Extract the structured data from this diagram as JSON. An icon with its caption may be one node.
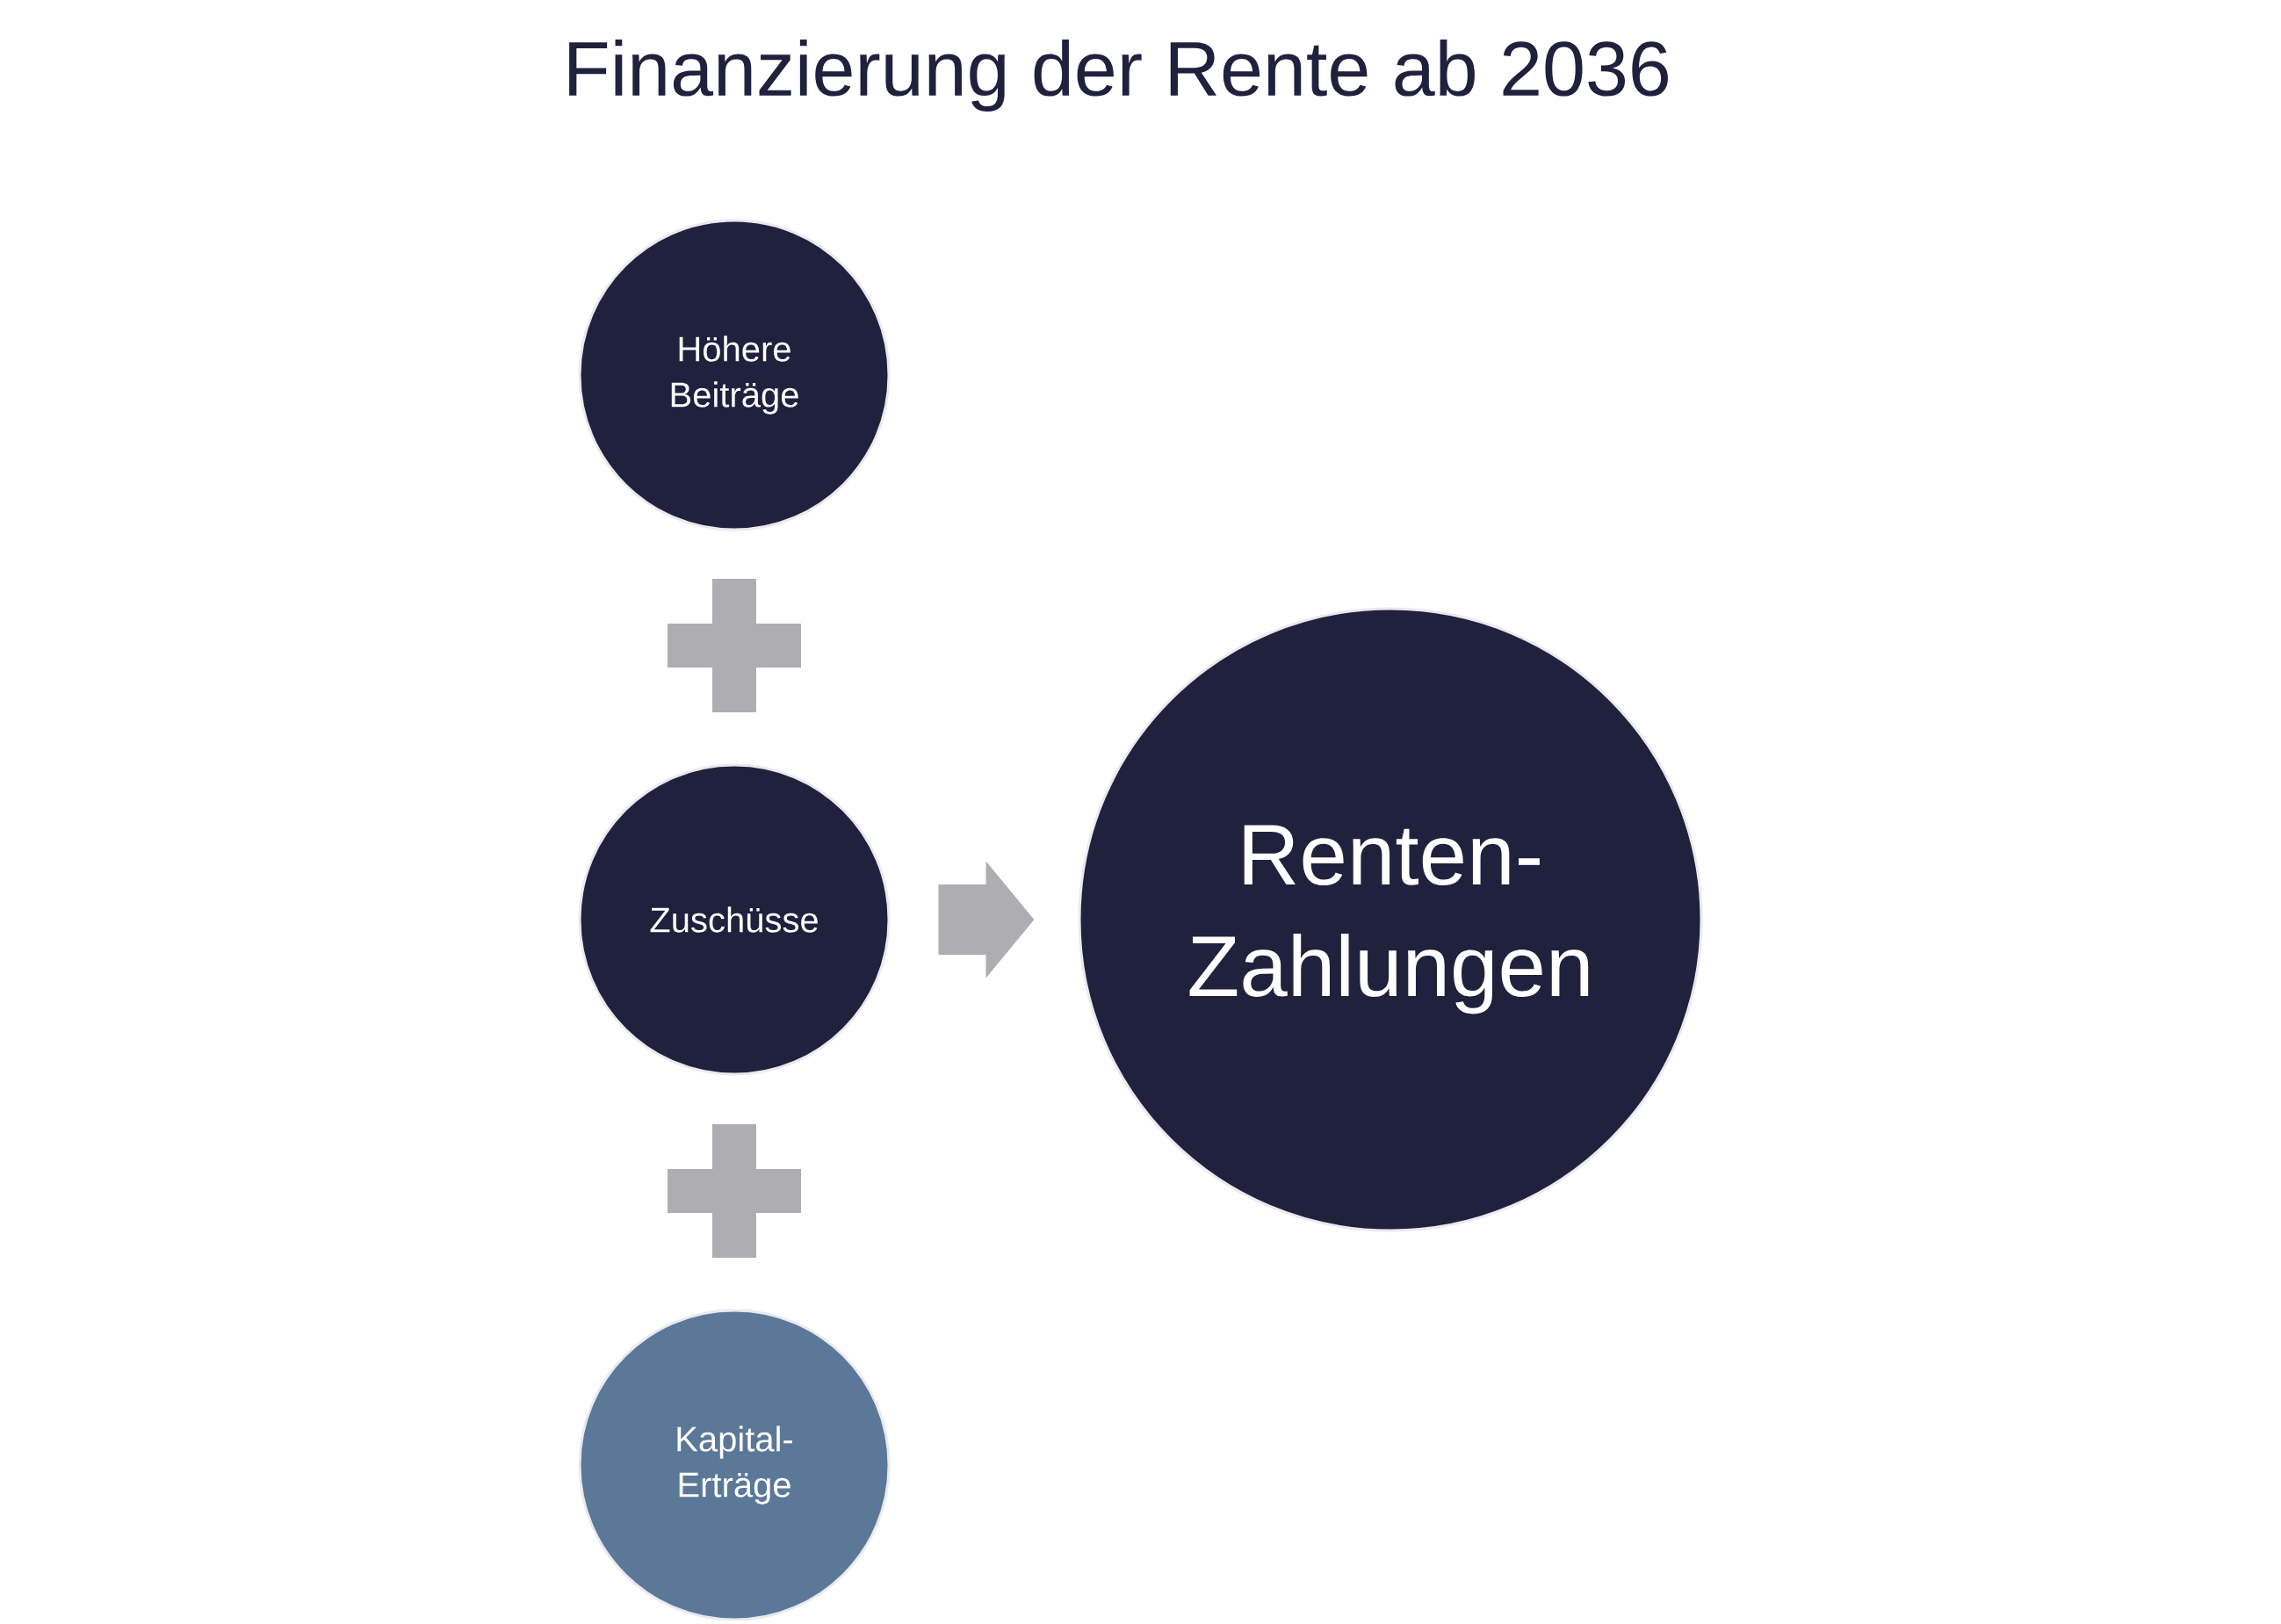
{
  "diagram": {
    "title": "Finanzierung der Rente ab 2036",
    "nodes": [
      {
        "text": [
          "Höhere Beiträge"
        ]
      },
      {
        "text": [
          "Zuschüsse"
        ]
      },
      {
        "text": [
          "Kapital- Erträge"
        ]
      },
      {
        "text": [
          "Renten- Zahlungen"
        ]
      }
    ],
    "edges": [
      {
        "from": 1,
        "to": 3,
        "arrow": "to"
      }
    ]
  }
}
